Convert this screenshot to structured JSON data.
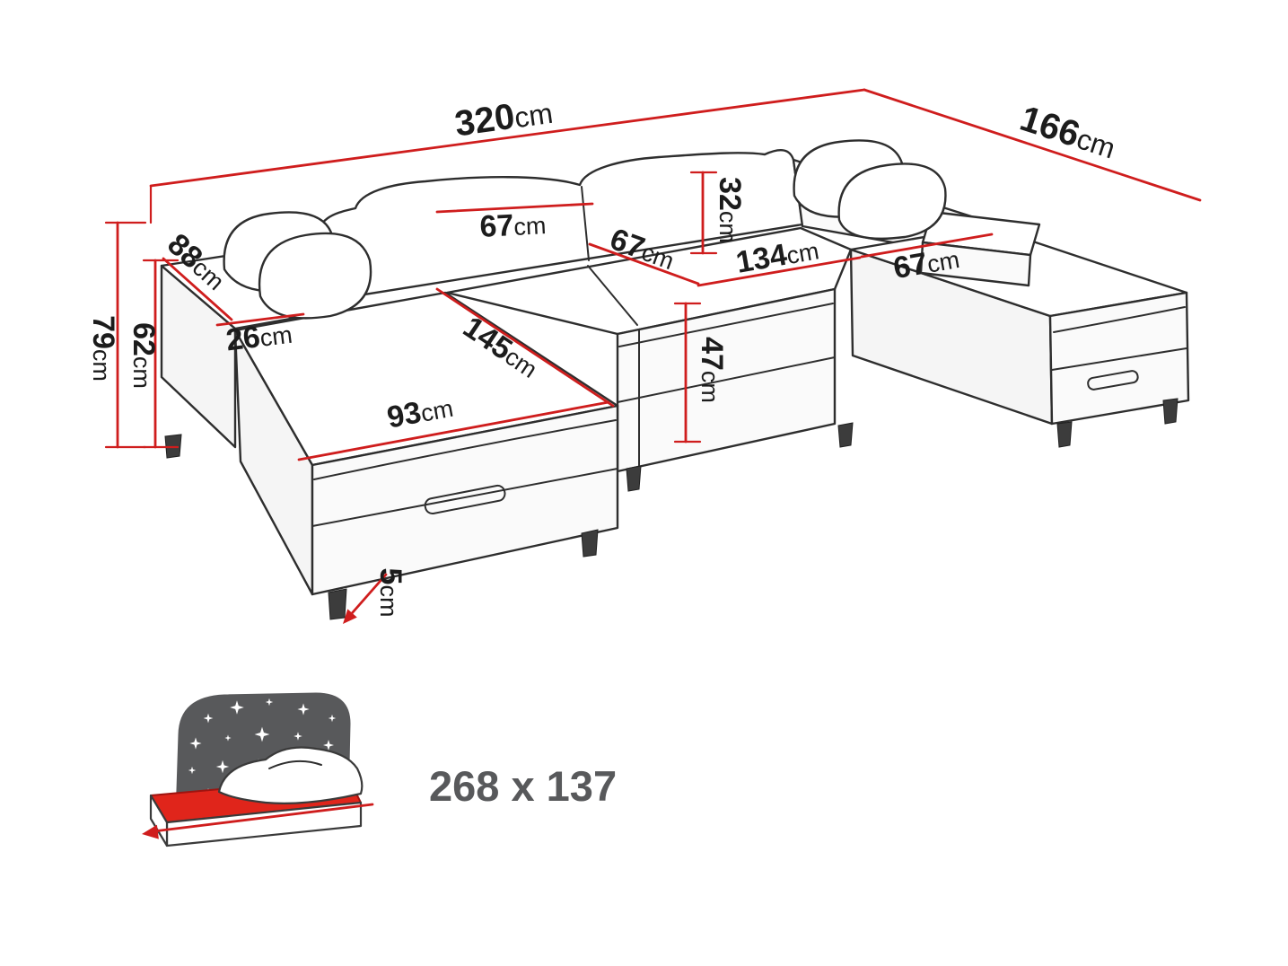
{
  "meta": {
    "type": "furniture-dimension-diagram",
    "subject": "u-shaped-corner-sofa-bed"
  },
  "colors": {
    "dimension": "#cf1d1d",
    "outline": "#2e2e2e",
    "text": "#1c1c1c",
    "headboard": "#58595b",
    "mattress": "#e0251b",
    "bed_text": "#58595b"
  },
  "dimensions": {
    "total_width": {
      "value": "320",
      "unit": "cm"
    },
    "total_depth": {
      "value": "166",
      "unit": "cm"
    },
    "total_height": {
      "value": "79",
      "unit": "cm"
    },
    "armrest_height": {
      "value": "62",
      "unit": "cm"
    },
    "armrest_depth": {
      "value": "88",
      "unit": "cm"
    },
    "armrest_width": {
      "value": "26",
      "unit": "cm"
    },
    "back_cushion_width": {
      "value": "67",
      "unit": "cm"
    },
    "backrest_height": {
      "value": "32",
      "unit": "cm"
    },
    "middle_seat_width": {
      "value": "67",
      "unit": "cm"
    },
    "seat_span": {
      "value": "134",
      "unit": "cm"
    },
    "right_seat_width": {
      "value": "67",
      "unit": "cm"
    },
    "chaise_length": {
      "value": "145",
      "unit": "cm"
    },
    "chaise_width": {
      "value": "93",
      "unit": "cm"
    },
    "seat_height": {
      "value": "47",
      "unit": "cm"
    },
    "leg_height": {
      "value": "5",
      "unit": "cm"
    }
  },
  "sleeping_area": {
    "size": "268 x 137"
  }
}
